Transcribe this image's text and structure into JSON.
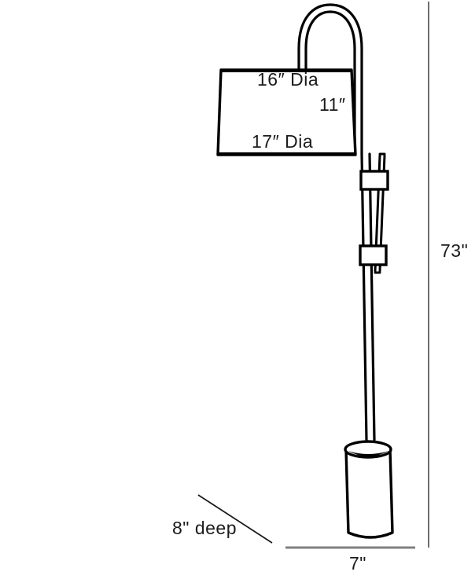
{
  "drawing": {
    "title": "Arc floor lamp dimension drawing",
    "subject": "floor-lamp",
    "line_color": "#000000",
    "text_color": "#1b1b1b",
    "baseline_color": "#808080",
    "background_color": "#ffffff"
  },
  "dimensions": {
    "shade_top_diameter": "16″ Dia",
    "shade_height": "11″",
    "shade_bottom_diameter": "17″ Dia",
    "overall_height": "73\"",
    "base_depth": "8\" deep",
    "base_width": "7\""
  },
  "parts": {
    "arc_arm": "arc-arm",
    "shade": "lamp-shade",
    "pole": "lamp-pole",
    "upper_collar": "upper-collar-fitting",
    "lower_collar": "lower-collar-fitting",
    "base": "cylindrical-base",
    "height_dimension_line": "vertical-dimension-line",
    "width_dimension_line": "horizontal-baseline",
    "depth_leader_line": "depth-leader-line"
  }
}
